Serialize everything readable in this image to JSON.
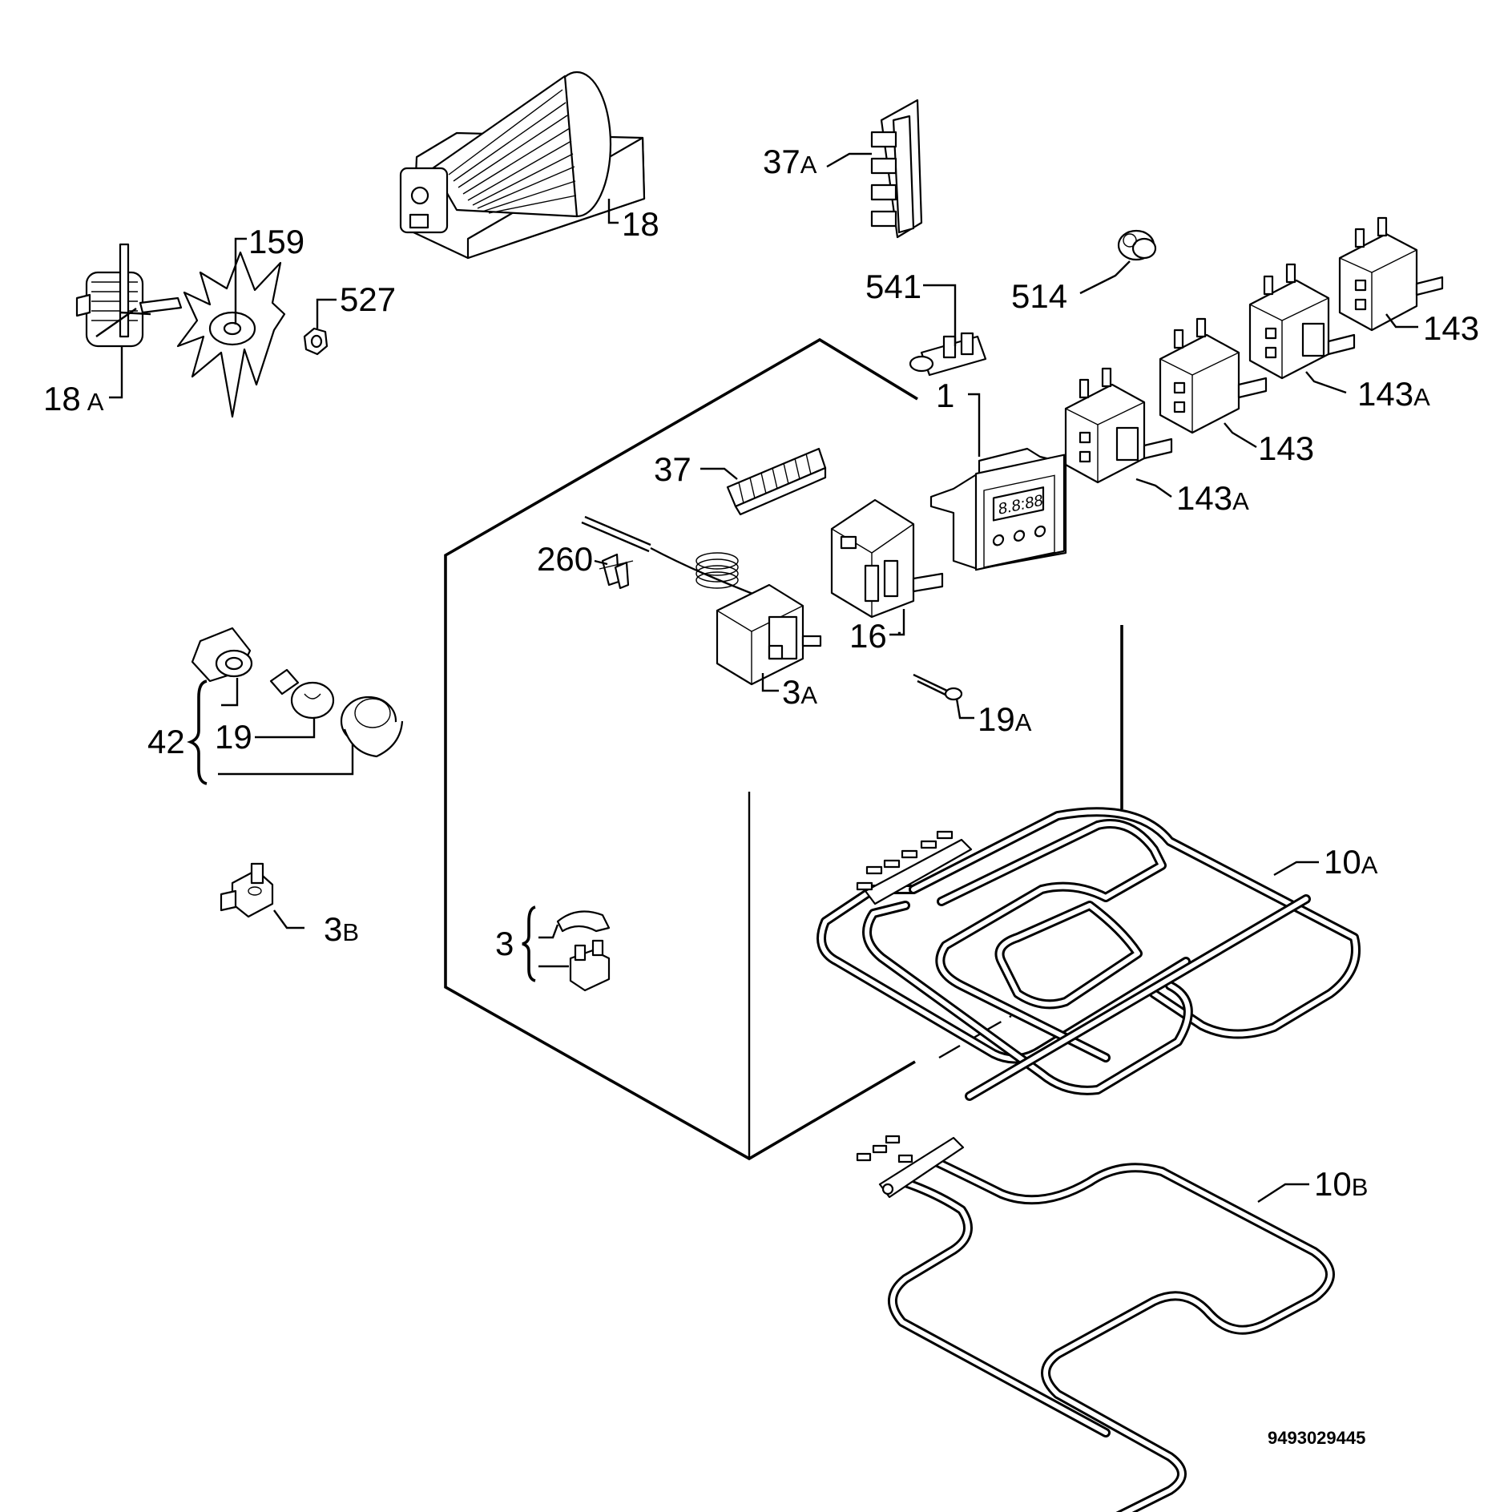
{
  "diagram": {
    "reference_number": "9493029445",
    "parts": [
      {
        "id": "p18",
        "number": "18",
        "suffix": ""
      },
      {
        "id": "p159",
        "number": "159",
        "suffix": ""
      },
      {
        "id": "p527",
        "number": "527",
        "suffix": ""
      },
      {
        "id": "p18a",
        "number": "18",
        "suffix": "A"
      },
      {
        "id": "p37a",
        "number": "37",
        "suffix": "A"
      },
      {
        "id": "p541",
        "number": "541",
        "suffix": ""
      },
      {
        "id": "p514",
        "number": "514",
        "suffix": ""
      },
      {
        "id": "p143_top",
        "number": "143",
        "suffix": ""
      },
      {
        "id": "p143a_top",
        "number": "143",
        "suffix": "A"
      },
      {
        "id": "p1",
        "number": "1",
        "suffix": ""
      },
      {
        "id": "p143_mid",
        "number": "143",
        "suffix": ""
      },
      {
        "id": "p143a_mid",
        "number": "143",
        "suffix": "A"
      },
      {
        "id": "p37",
        "number": "37",
        "suffix": ""
      },
      {
        "id": "p260",
        "number": "260",
        "suffix": ""
      },
      {
        "id": "p16",
        "number": "16",
        "suffix": ""
      },
      {
        "id": "p3a",
        "number": "3",
        "suffix": "A"
      },
      {
        "id": "p19a",
        "number": "19",
        "suffix": "A"
      },
      {
        "id": "p42",
        "number": "42",
        "suffix": ""
      },
      {
        "id": "p19",
        "number": "19",
        "suffix": ""
      },
      {
        "id": "p3b",
        "number": "3",
        "suffix": "B"
      },
      {
        "id": "p3",
        "number": "3",
        "suffix": ""
      },
      {
        "id": "p10a",
        "number": "10",
        "suffix": "A"
      },
      {
        "id": "p10b",
        "number": "10",
        "suffix": "B"
      }
    ]
  }
}
